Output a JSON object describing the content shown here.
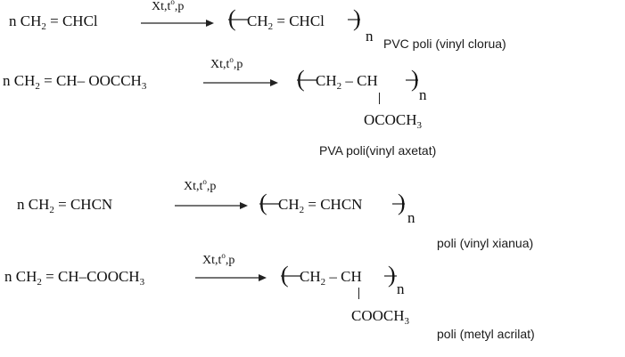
{
  "reactions": [
    {
      "reactant_main": "n CH",
      "reactant_sub": "2",
      "reactant_rest": " = CHCl",
      "condition_main": "Xt,t",
      "condition_sup": "o",
      "condition_rest": ",p",
      "product_main": "CH",
      "product_sub": "2",
      "product_rest": " = CHCl",
      "subscript_n": "n",
      "name": "PVC poli (vinyl clorua)"
    },
    {
      "reactant_main": "n CH",
      "reactant_sub": "2",
      "reactant_rest": " = CH– OOCCH",
      "reactant_sub2": "3",
      "condition_main": "Xt,t",
      "condition_sup": "o",
      "condition_rest": ",p",
      "product_main": "CH",
      "product_sub": "2",
      "product_rest": " – CH",
      "subscript_n": "n",
      "substituent": "OCOCH",
      "substituent_sub": "3",
      "name": "PVA poli(vinyl axetat)"
    },
    {
      "reactant_main": "n CH",
      "reactant_sub": "2",
      "reactant_rest": " = CHCN",
      "condition_main": "Xt,t",
      "condition_sup": "o",
      "condition_rest": ",p",
      "product_main": "CH",
      "product_sub": "2",
      "product_rest": " = CHCN",
      "subscript_n": "n",
      "name": "poli (vinyl xianua)"
    },
    {
      "reactant_main": "n CH",
      "reactant_sub": "2",
      "reactant_rest": " = CH–COOCH",
      "reactant_sub2": "3",
      "condition_main": "Xt,t",
      "condition_sup": "o",
      "condition_rest": ",p",
      "product_main": "CH",
      "product_sub": "2",
      "product_rest": " – CH",
      "subscript_n": "n",
      "substituent": "COOCH",
      "substituent_sub": "3",
      "name": "poli (metyl acrilat)"
    }
  ]
}
